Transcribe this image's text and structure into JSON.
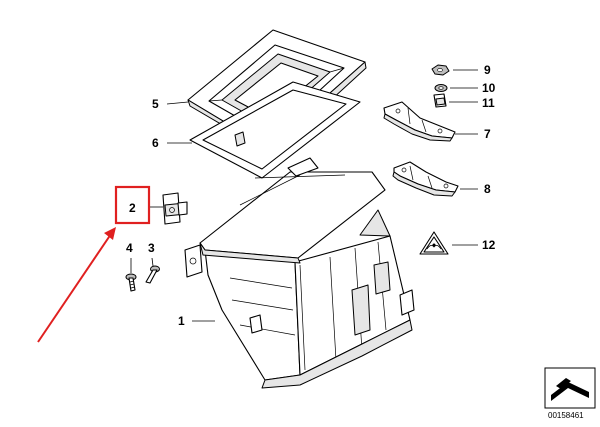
{
  "callouts": [
    {
      "id": "1",
      "label": "1"
    },
    {
      "id": "2",
      "label": "2"
    },
    {
      "id": "3",
      "label": "3"
    },
    {
      "id": "4",
      "label": "4"
    },
    {
      "id": "5",
      "label": "5"
    },
    {
      "id": "6",
      "label": "6"
    },
    {
      "id": "7",
      "label": "7"
    },
    {
      "id": "8",
      "label": "8"
    },
    {
      "id": "9",
      "label": "9"
    },
    {
      "id": "10",
      "label": "10"
    },
    {
      "id": "11",
      "label": "11"
    },
    {
      "id": "12",
      "label": "12"
    }
  ],
  "highlight": {
    "callout": "2",
    "color": "#e02020"
  },
  "diagram_ref": "00158461",
  "colors": {
    "line": "#000000",
    "highlight": "#e02020",
    "shade": "#e6e6e6"
  }
}
